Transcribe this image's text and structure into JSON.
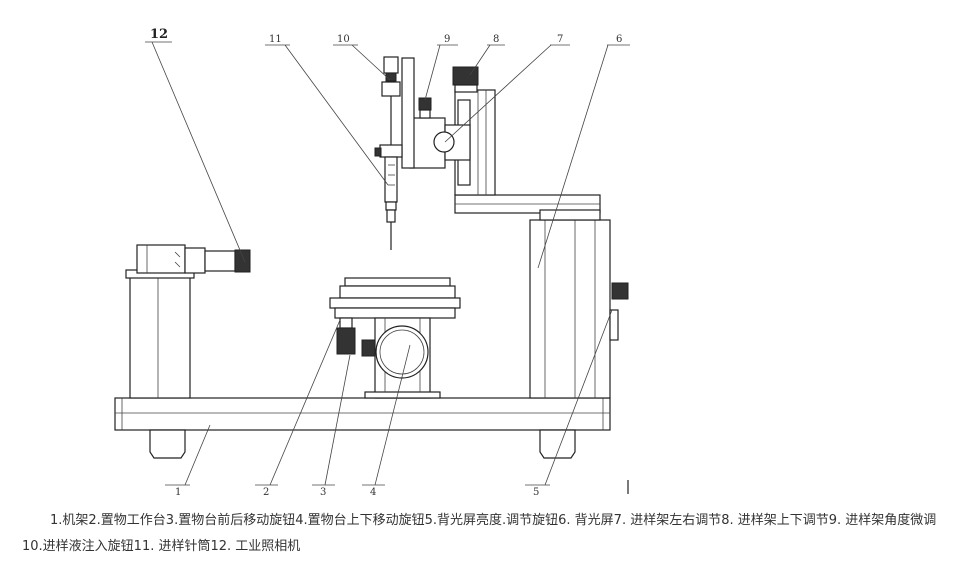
{
  "figure": {
    "part_labels": [
      "1",
      "2",
      "3",
      "4",
      "5",
      "6",
      "7",
      "8",
      "9",
      "10",
      "11",
      "12"
    ]
  },
  "caption": {
    "text": "1.机架2.置物工作台3.置物台前后移动旋钮4.置物台上下移动旋钮5.背光屏亮度.调节旋钮6. 背光屏7. 进样架左右调节8. 进样架上下调节9. 进样架角度微调10.进样液注入旋钮11. 进样针筒12. 工业照相机"
  }
}
